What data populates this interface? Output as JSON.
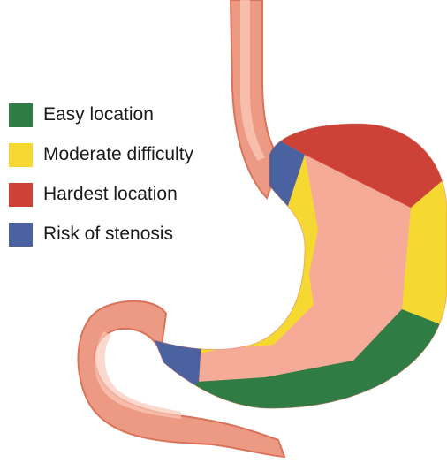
{
  "legend": [
    {
      "label": "Easy location",
      "color": "#2f7d45"
    },
    {
      "label": "Moderate difficulty",
      "color": "#f6d832"
    },
    {
      "label": "Hardest location",
      "color": "#cc4236"
    },
    {
      "label": "Risk of stenosis",
      "color": "#4a62a0"
    }
  ],
  "palette": {
    "tissue": "#f6aa98",
    "tube": "#ec9a84",
    "tube_highlight": "#fbc9b9",
    "tube_shadow": "#d9735b"
  }
}
